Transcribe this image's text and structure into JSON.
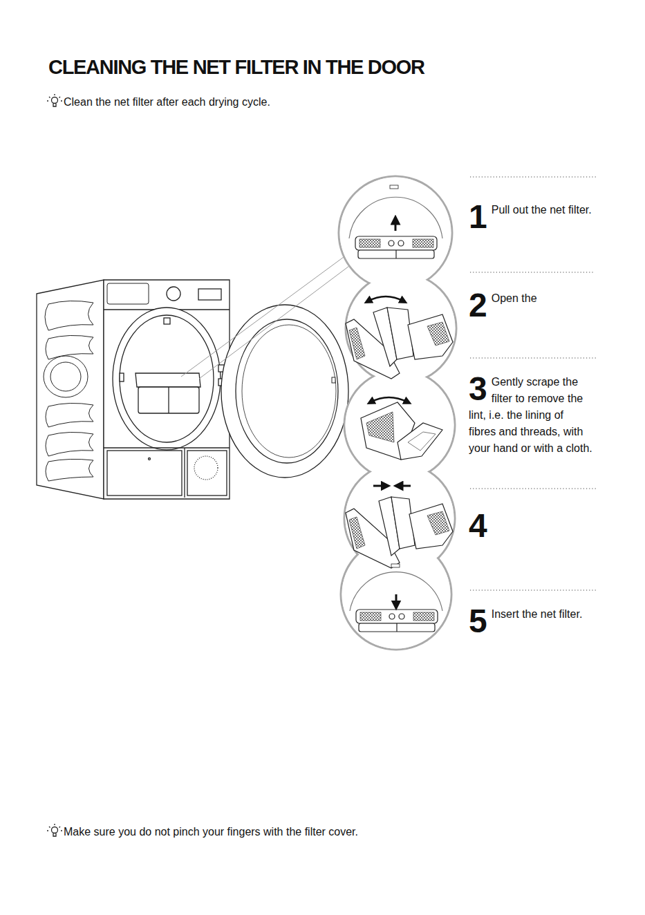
{
  "diagram": {
    "title": "CLEANING THE NET FILTER IN THE DOOR",
    "labels": [
      "Clean the net filter after each drying cycle.",
      "1",
      "Pull out the net filter.",
      "2",
      "Open the",
      "3",
      "Gently scrape the filter to remove the lint, i.e. the lining of fibres and threads, with your hand or with a cloth.",
      "4",
      "5",
      "Insert the net filter.",
      "Make sure you do not pinch your fingers with the filter cover."
    ]
  }
}
